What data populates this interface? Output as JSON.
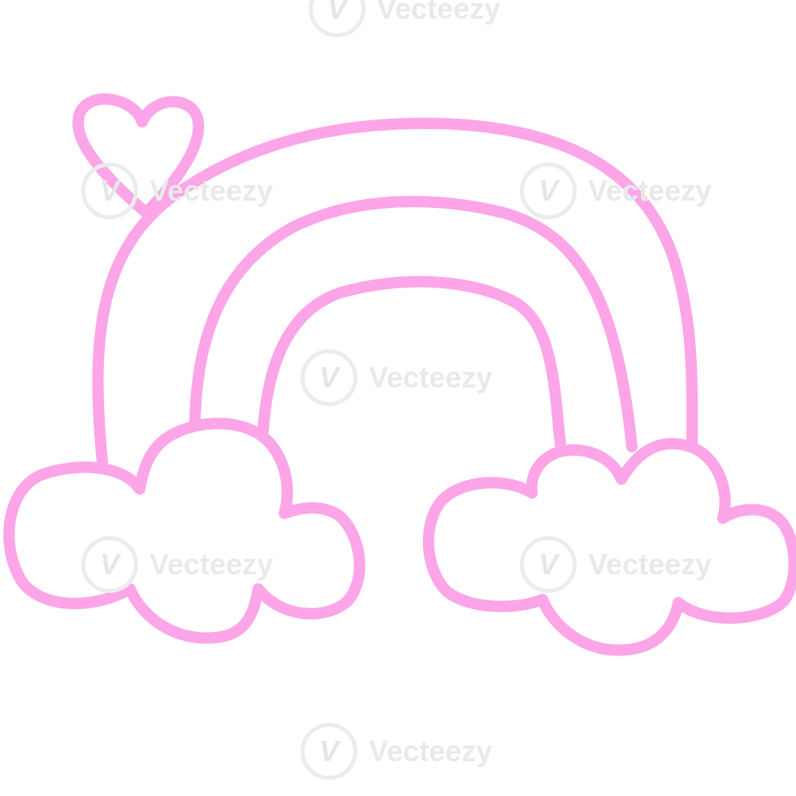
{
  "image": {
    "subject": "pink doodle rainbow with clouds and heart",
    "stroke_color": "#fca5e8",
    "background": "#ffffff"
  },
  "watermark": {
    "text": "Vecteezy",
    "logo_glyph": "V",
    "color": "#e9e9e9"
  }
}
